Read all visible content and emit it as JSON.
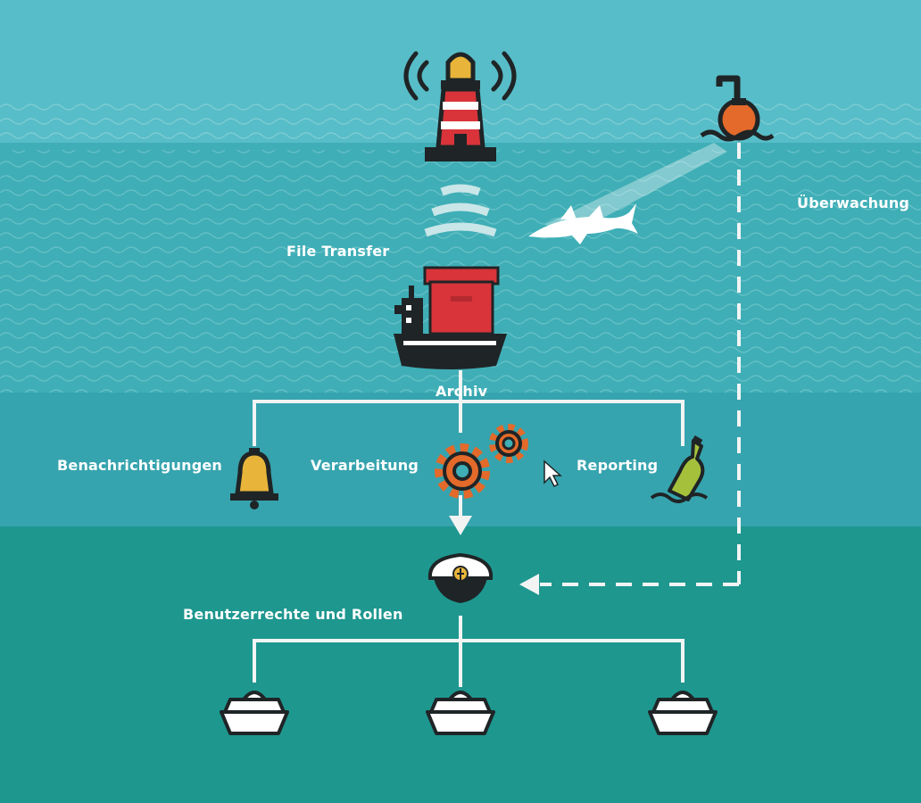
{
  "diagram": {
    "labels": {
      "file_transfer": "File Transfer",
      "ueberwachung": "Überwachung",
      "archiv": "Archiv",
      "benachrichtigungen": "Benachrichtigungen",
      "verarbeitung": "Verarbeitung",
      "reporting": "Reporting",
      "benutzerrechte": "Benutzerrechte und Rollen"
    },
    "colors": {
      "sky": "#57BDC8",
      "sea_upper": "#3FAEB6",
      "sea_lower": "#1E978F",
      "connector": "#F2F4F4",
      "dark": "#1F2426",
      "red": "#D8343A",
      "orange": "#E36A2A",
      "yellow": "#E8B53A",
      "bottle_green": "#A5C13C"
    },
    "icons": [
      "lighthouse-icon",
      "signal-waves-icon",
      "buoy-icon",
      "shark-icon",
      "cargo-ship-icon",
      "bell-icon",
      "gears-icon",
      "bottle-icon",
      "captain-hat-icon",
      "boat-icon",
      "mouse-cursor-icon"
    ]
  }
}
